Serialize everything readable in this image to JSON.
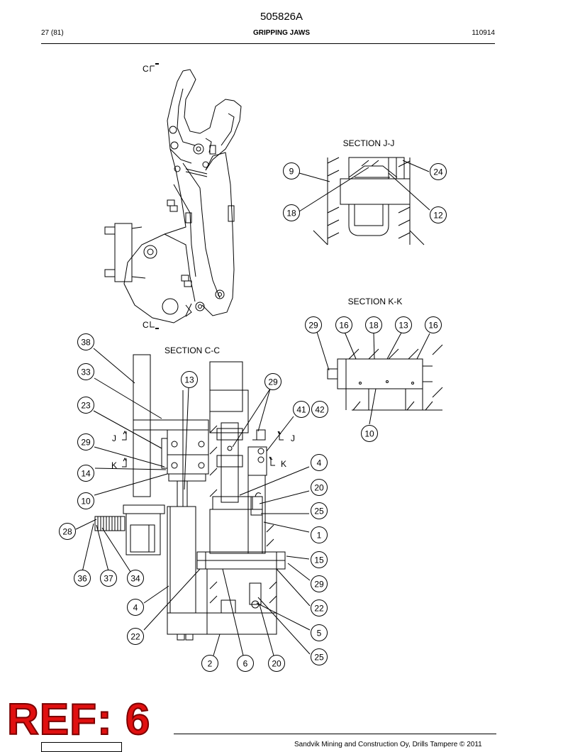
{
  "header": {
    "doc_number": "505826A",
    "page": "27 (81)",
    "title": "GRIPPING JAWS",
    "date_code": "110914"
  },
  "section_marks": {
    "c_top": "C",
    "c_bottom": "C",
    "j_left": "J",
    "j_right": "J",
    "k_left": "K",
    "k_right": "K"
  },
  "section_titles": {
    "jj": "SECTION  J-J",
    "kk": "SECTION  K-K",
    "cc": "SECTION  C-C"
  },
  "callouts": {
    "jj": [
      "9",
      "24",
      "18",
      "12"
    ],
    "kk_top": [
      "29",
      "16",
      "18",
      "13",
      "16"
    ],
    "kk_bottom": [
      "10"
    ],
    "cc_left": [
      "38",
      "33",
      "23",
      "29",
      "14",
      "10",
      "28",
      "36",
      "37",
      "34",
      "4",
      "22"
    ],
    "cc_top": [
      "13",
      "29",
      "41",
      "42"
    ],
    "cc_right": [
      "4",
      "20",
      "25",
      "1",
      "15",
      "29",
      "22",
      "5",
      "25"
    ],
    "cc_bottom": [
      "2",
      "6",
      "20"
    ]
  },
  "ref_label": "REF: 6",
  "footer": {
    "copyright": "Sandvik Mining and Construction Oy, Drills Tampere © 2011"
  }
}
